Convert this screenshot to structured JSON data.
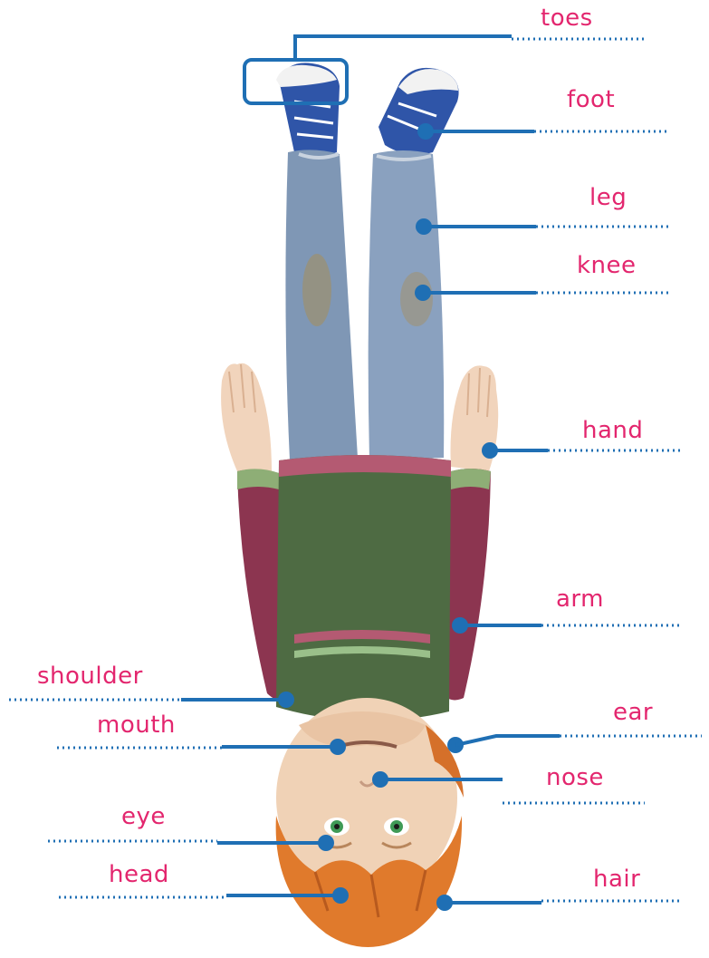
{
  "colors": {
    "label": "#e3266e",
    "leader": "#1f6fb4",
    "dots": "#1f6fb4"
  },
  "labels": {
    "toes": "toes",
    "foot": "foot",
    "leg": "leg",
    "knee": "knee",
    "hand": "hand",
    "arm": "arm",
    "shoulder": "shoulder",
    "ear": "ear",
    "mouth": "mouth",
    "nose": "nose",
    "eye": "eye",
    "head": "head",
    "hair": "hair"
  }
}
